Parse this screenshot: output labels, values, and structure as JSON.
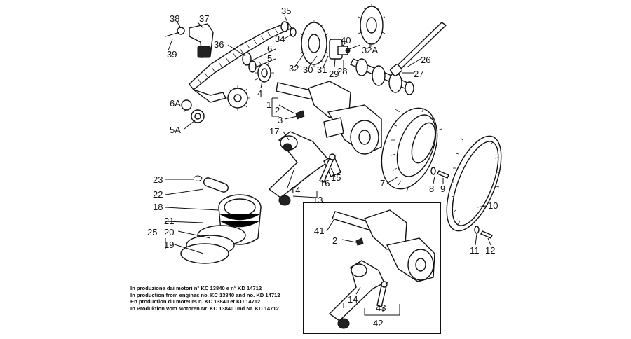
{
  "labels": {
    "p1": "1",
    "p2": "2",
    "p2b": "2",
    "p3": "3",
    "p4": "4",
    "p5": "5",
    "p5a": "5A",
    "p6": "6",
    "p6a": "6A",
    "p7": "7",
    "p8": "8",
    "p9": "9",
    "p10": "10",
    "p11": "11",
    "p12": "12",
    "p13": "13",
    "p14": "14",
    "p14b": "14",
    "p15": "15",
    "p16": "16",
    "p17": "17",
    "p18": "18",
    "p19": "19",
    "p20": "20",
    "p21": "21",
    "p22": "22",
    "p23": "23",
    "p25": "25",
    "p26": "26",
    "p27": "27",
    "p28": "28",
    "p29": "29",
    "p30": "30",
    "p31": "31",
    "p32": "32",
    "p32a": "32A",
    "p34": "34",
    "p35": "35",
    "p36": "36",
    "p37": "37",
    "p38": "38",
    "p39": "39",
    "p40": "40",
    "p41": "41",
    "p42": "42",
    "p43": "43"
  },
  "note": {
    "it": "In produzione dai motori n° KC 13840 e n° KD 14712",
    "en": "In production from engines no. KC 13840 and no. KD 14712",
    "fr": "En production du moteurs n. KC 13840 et KD 14712",
    "de": "In Produktion vom Motoren Nr. KC 13840 und Nr. KD 14712"
  }
}
